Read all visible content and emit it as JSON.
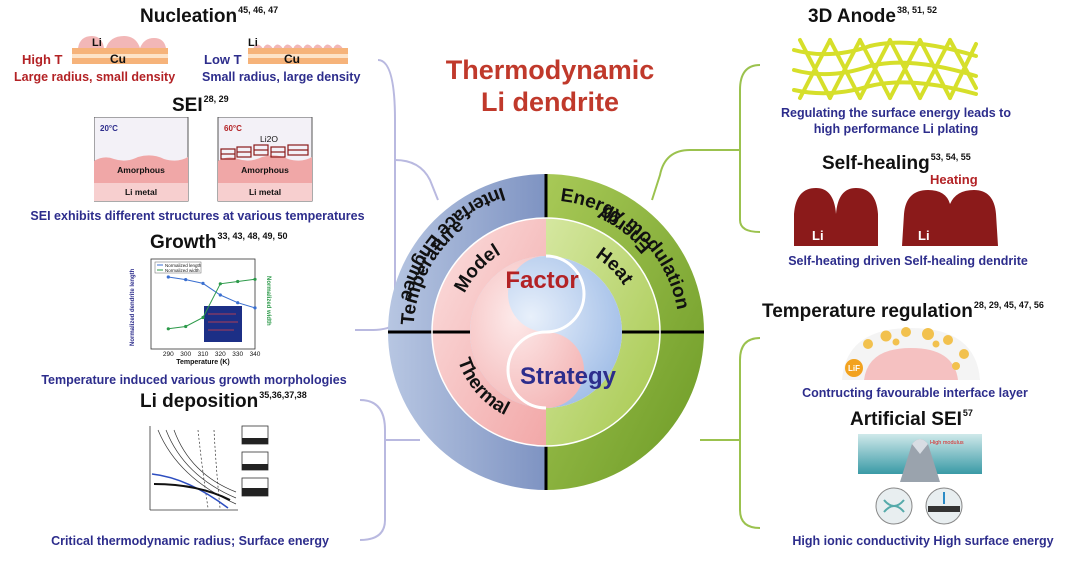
{
  "title": {
    "line1": "Thermodynamic",
    "line2": "Li dendrite"
  },
  "center": {
    "factor": "Factor",
    "strategy": "Strategy"
  },
  "ring_outer": {
    "temperature": "Temperature",
    "energy_modulation": "Energy modulation",
    "energy": "Energy",
    "interface_engineering": "Interface Engineering"
  },
  "ring_inner": {
    "model": "Model",
    "heat": "Heat",
    "thermal": "Thermal"
  },
  "left": {
    "nucleation": {
      "title": "Nucleation",
      "refs": "45, 46, 47",
      "high_t": "High T",
      "low_t": "Low T",
      "li": "Li",
      "cu": "Cu",
      "cap_left": "Large radius, small density",
      "cap_right": "Small radius, large density"
    },
    "sei": {
      "title": "SEI",
      "refs": "28, 29",
      "t20": "20°C",
      "t60": "60°C",
      "amorphous": "Amorphous",
      "li_metal": "Li metal",
      "li2o": "Li2O",
      "caption": "SEI exhibits different structures at  various temperatures"
    },
    "growth": {
      "title": "Growth",
      "refs": "33, 43, 48, 49, 50",
      "legend1": "Normalized length",
      "legend2": "Normalized width",
      "ylabel_left": "Normalized dendrite length",
      "ylabel_right": "Normalized width",
      "xlabel": "Temperature (K)",
      "caption": "Temperature induced various growth morphologies"
    },
    "deposition": {
      "title": "Li deposition",
      "refs": "35,36,37,38",
      "caption": "Critical thermodynamic radius; Surface energy"
    }
  },
  "right": {
    "anode": {
      "title": "3D  Anode",
      "refs": "38, 51, 52",
      "caption1": "Regulating the surface energy leads to",
      "caption2": "high performance Li plating"
    },
    "healing": {
      "title": "Self-healing",
      "refs": "53, 54, 55",
      "heating": "Heating",
      "li": "Li",
      "caption": "Self-heating driven Self-healing dendrite"
    },
    "temp_reg": {
      "title": "Temperature regulation",
      "refs": "28, 29, 45, 47, 56",
      "lif": "LiF",
      "caption": "Contructing favourable interface layer"
    },
    "artificial": {
      "title": "Artificial SEI",
      "refs": "57",
      "high_modulus": "High modulus",
      "caption": "High ionic conductivity  High surface energy"
    }
  },
  "colors": {
    "title_red": "#c0392b",
    "caption_blue": "#2d2d8c",
    "ring_blue": "#8ea6cf",
    "ring_green": "#8bb43a",
    "inner_pink": "#f7c9c9",
    "dendrite_red": "#8b1a1a"
  },
  "growth_chart": {
    "x": [
      290,
      300,
      310,
      320,
      330,
      340
    ],
    "length": [
      0.76,
      0.74,
      0.71,
      0.62,
      0.56,
      0.52
    ],
    "width": [
      0.9,
      1.0,
      1.4,
      2.9,
      3.0,
      3.1
    ]
  }
}
